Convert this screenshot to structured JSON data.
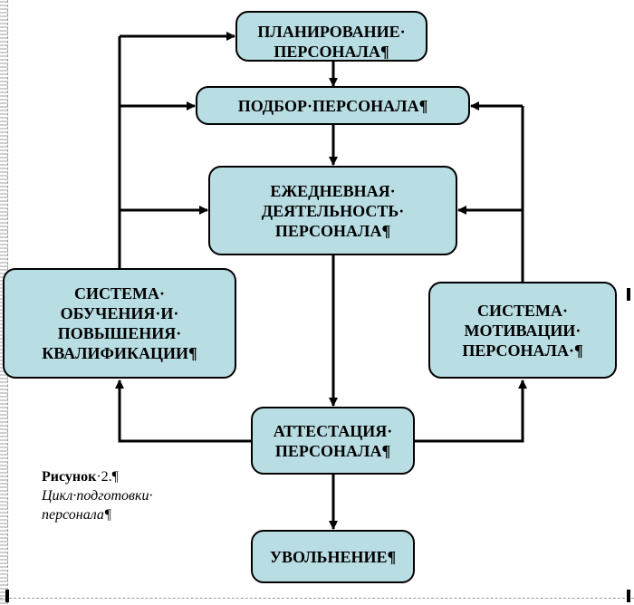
{
  "nodes": {
    "planning": "ПЛАНИРОВАНИЕ·\nПЕРСОНАЛА¶",
    "selection": "ПОДБОР·ПЕРСОНАЛА¶",
    "daily": "ЕЖЕДНЕВНАЯ·\nДЕЯТЕЛЬНОСТЬ·\nПЕРСОНАЛА¶",
    "training": "СИСТЕМА·\nОБУЧЕНИЯ·И·\nПОВЫШЕНИЯ·\nКВАЛИФИКАЦИИ¶",
    "motivation": "СИСТЕМА·\nМОТИВАЦИИ·\nПЕРСОНАЛА·¶",
    "attestation": "АТТЕСТАЦИЯ·\nПЕРСОНАЛА¶",
    "dismissal": "УВОЛЬНЕНИЕ¶"
  },
  "caption": {
    "label": "Рисунок",
    "number": "·2.¶",
    "title_line1": "Цикл·подготовки·",
    "title_line2": "персонала¶"
  },
  "colors": {
    "box_fill": "#b8dde3",
    "stroke": "#000000"
  }
}
